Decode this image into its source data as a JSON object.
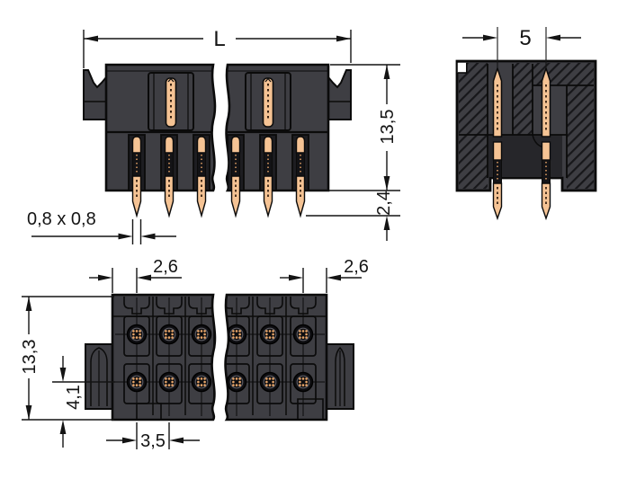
{
  "drawing": {
    "front_view": {
      "length_label": "L",
      "height_label": "13,5",
      "pin_protrusion_label": "2,4",
      "pin_section_label": "0,8 x 0,8"
    },
    "side_view": {
      "pole_pitch_label": "5"
    },
    "plan_view": {
      "offset_left_label": "2,6",
      "offset_right_label": "2,6",
      "depth_label": "13,3",
      "row_offset_label": "4,1",
      "pin_pitch_label": "3,5"
    },
    "colors": {
      "background": "#ffffff",
      "body": "#3e3e43",
      "body_dark": "#1d1d21",
      "pin": "#f5c394",
      "pin_dot": "#d99a62",
      "line": "#141414"
    }
  }
}
